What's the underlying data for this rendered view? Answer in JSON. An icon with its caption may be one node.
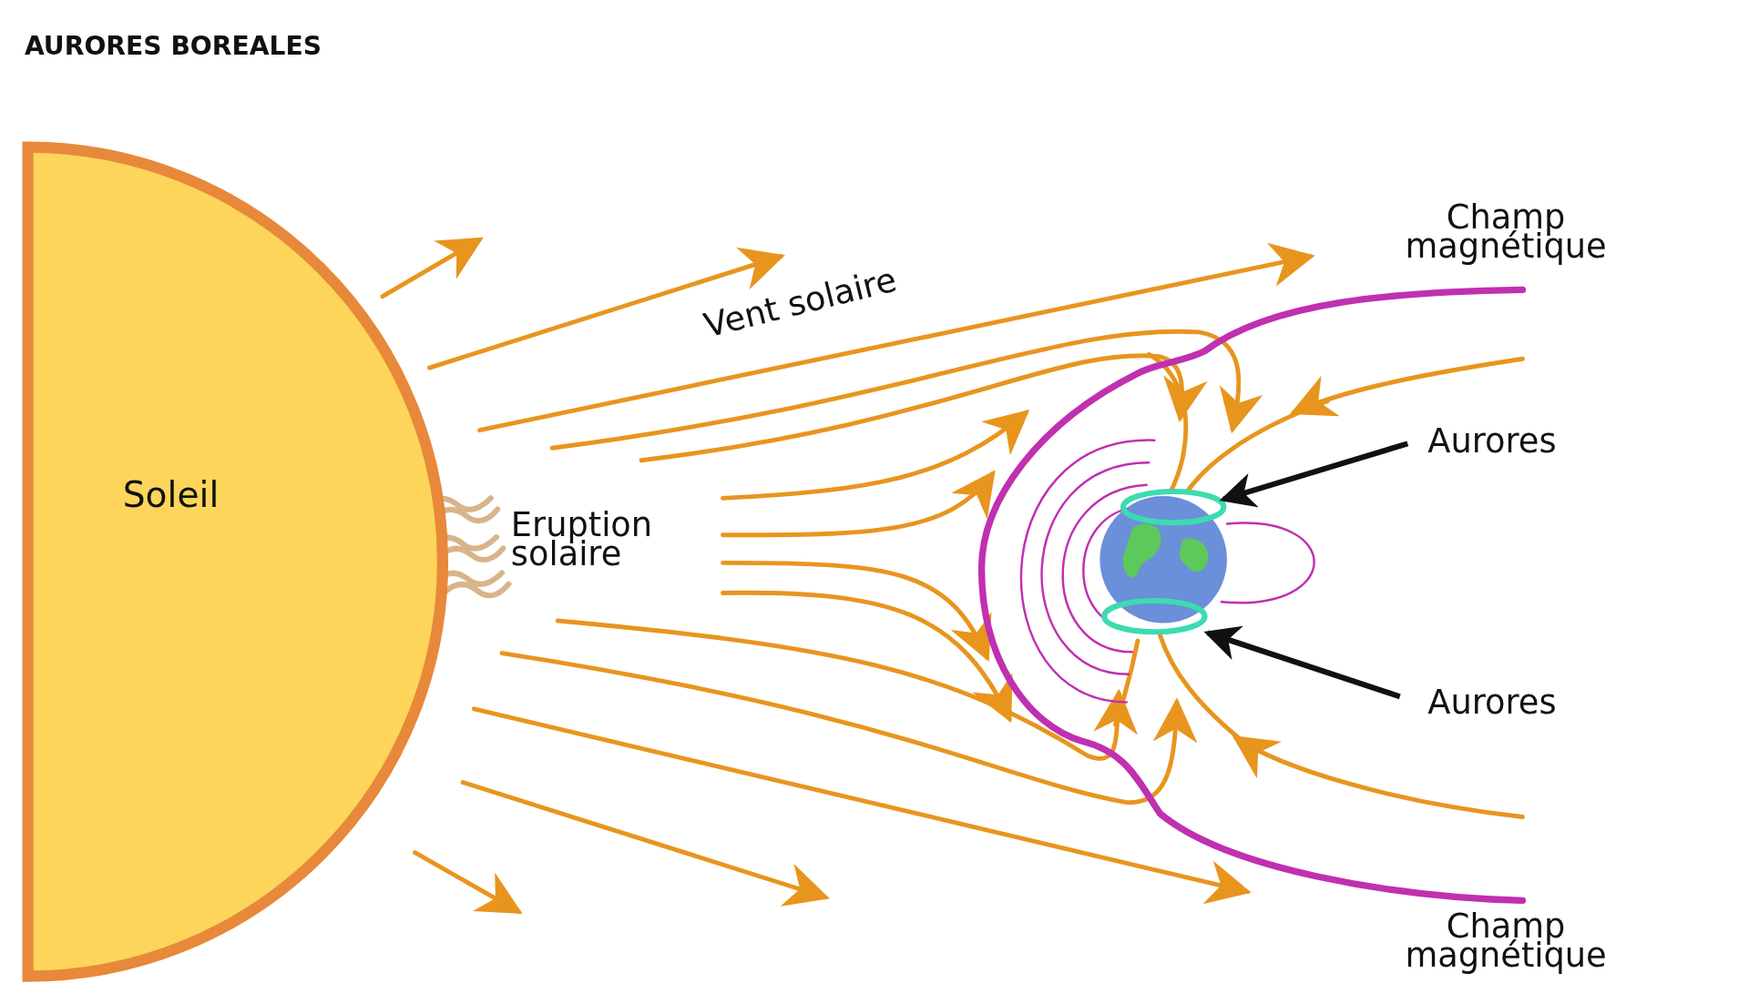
{
  "diagram": {
    "title": "AURORES BOREALES",
    "nodes": [
      {
        "text": [
          "Soleil"
        ]
      },
      {
        "text": [],
        "shape": "picture"
      },
      {
        "text": [],
        "shape": "ellipse"
      },
      {
        "text": [],
        "shape": "ellipse"
      },
      {
        "text": [
          "Aurores"
        ]
      },
      {
        "text": [
          "Aurores"
        ]
      }
    ],
    "edges": [
      {
        "from": 4,
        "to": 2,
        "arrow": "to"
      },
      {
        "from": 5,
        "to": 3,
        "arrow": "to"
      }
    ],
    "labels": [
      "Champ magnétique",
      "Vent solaire",
      "Eruption solaire",
      "Champ magnétique"
    ]
  }
}
